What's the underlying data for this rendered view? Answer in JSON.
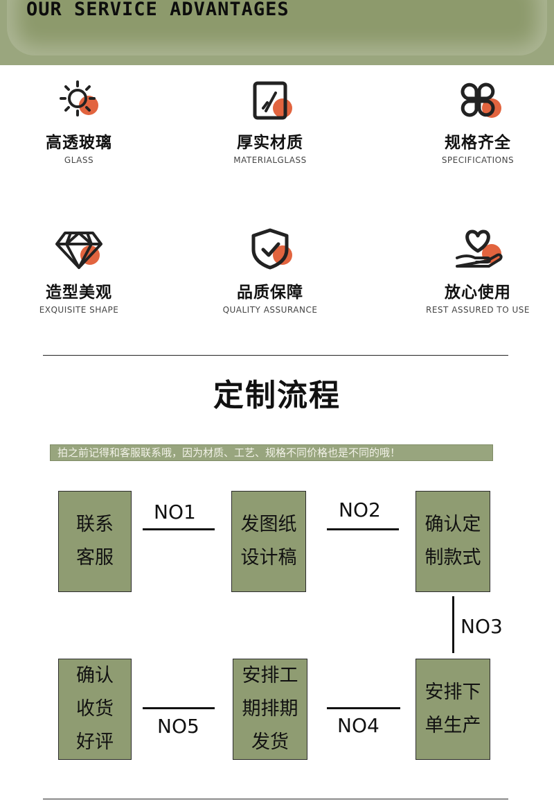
{
  "banner": {
    "title": "OUR SERVICE ADVANTAGES"
  },
  "advantages": [
    {
      "title": "高透玻璃",
      "subtitle": "GLASS",
      "icon": "sun-icon"
    },
    {
      "title": "厚实材质",
      "subtitle": "MATERIALGLASS",
      "icon": "glass-pane-icon"
    },
    {
      "title": "规格齐全",
      "subtitle": "SPECIFICATIONS",
      "icon": "clover-icon"
    },
    {
      "title": "造型美观",
      "subtitle": "EXQUISITE SHAPE",
      "icon": "diamond-icon"
    },
    {
      "title": "品质保障",
      "subtitle": "QUALITY ASSURANCE",
      "icon": "shield-check-icon"
    },
    {
      "title": "放心使用",
      "subtitle": "REST ASSURED TO USE",
      "icon": "heart-hand-icon"
    }
  ],
  "process": {
    "title": "定制流程",
    "notice": "拍之前记得和客服联系哦，因为材质、工艺、规格不同价格也是不同的哦！",
    "steps": [
      {
        "label": "联系\n客服"
      },
      {
        "label": "发图纸\n设计稿"
      },
      {
        "label": "确认定\n制款式"
      },
      {
        "label": "安排下\n单生产"
      },
      {
        "label": "安排工\n期排期\n发货"
      },
      {
        "label": "确认\n收货\n好评"
      }
    ],
    "connectors": [
      "NO1",
      "NO2",
      "NO3",
      "NO4",
      "NO5"
    ]
  },
  "colors": {
    "accent": "#e2643f",
    "olive": "#8f9c72",
    "banner": "#9aa67e"
  }
}
